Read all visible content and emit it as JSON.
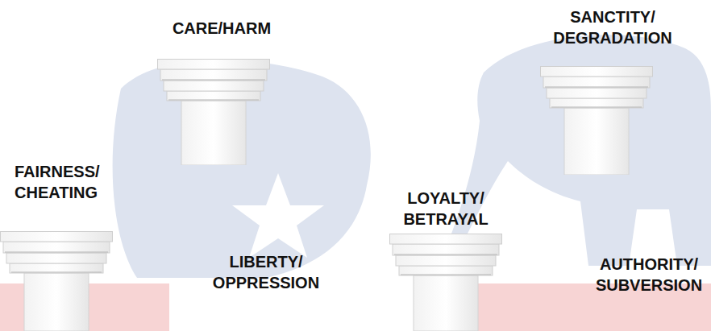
{
  "diagram": {
    "nodes": [
      {
        "text": [
          "CARE/HARM"
        ]
      },
      {
        "text": [
          "SANCTITY/ DEGRADATION"
        ]
      },
      {
        "text": [
          "FAIRNESS/ CHEATING"
        ]
      },
      {
        "text": [
          "LOYALTY/ BETRAYAL"
        ]
      }
    ],
    "labels": [
      "LIBERTY/ OPPRESSION",
      "AUTHORITY/ SUBVERSION"
    ]
  }
}
